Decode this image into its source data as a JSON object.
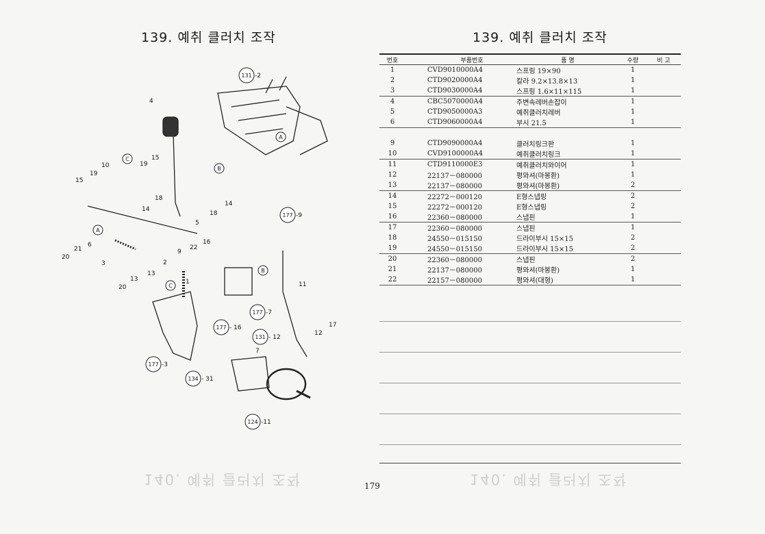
{
  "titles": {
    "left": "139. 예취 클러치 조작",
    "right": "139. 예취 클러치 조작"
  },
  "ghost_titles": {
    "left": "140. 예취 클러치 조작",
    "right": "140. 예취 클러치 조작"
  },
  "table": {
    "headers": {
      "no": "번호",
      "part": "부품번호",
      "name": "품 명",
      "qty": "수량",
      "remark": "비 고"
    },
    "rows": [
      {
        "no": "1",
        "part": "CVD9010000A4",
        "name": "스프링 19×90",
        "qty": "1"
      },
      {
        "no": "2",
        "part": "CTD9020000A4",
        "name": "칼라 9.2×13.8×13",
        "qty": "1"
      },
      {
        "no": "3",
        "part": "CTD9030000A4",
        "name": "스프링 1.6×11×115",
        "qty": "1"
      },
      {
        "no": "4",
        "part": "CBC5070000A4",
        "name": "주변속레버손잡이",
        "qty": "1"
      },
      {
        "no": "5",
        "part": "CTD9050000A3",
        "name": "예취클러치레버",
        "qty": "1"
      },
      {
        "no": "6",
        "part": "CTD9060000A4",
        "name": "부시 21.5",
        "qty": "1"
      },
      {
        "no": "9",
        "part": "CTD9090000A4",
        "name": "클러치링크판",
        "qty": "1"
      },
      {
        "no": "10",
        "part": "CVD9100000A4",
        "name": "예취클러치링크",
        "qty": "1"
      },
      {
        "no": "11",
        "part": "CTD9110000E3",
        "name": "예취클러치와이어",
        "qty": "1"
      },
      {
        "no": "12",
        "part": "22137－080000",
        "name": "평와셔(마봉환)",
        "qty": "1"
      },
      {
        "no": "13",
        "part": "22137－080000",
        "name": "평와셔(마봉환)",
        "qty": "2"
      },
      {
        "no": "14",
        "part": "22272－000120",
        "name": "E형스냅링",
        "qty": "2"
      },
      {
        "no": "15",
        "part": "22272－000120",
        "name": "E형스냅링",
        "qty": "2"
      },
      {
        "no": "16",
        "part": "22360－080000",
        "name": "스냅핀",
        "qty": "1"
      },
      {
        "no": "17",
        "part": "22360－080000",
        "name": "스냅핀",
        "qty": "1"
      },
      {
        "no": "18",
        "part": "24550－015150",
        "name": "드라이부시 15×15",
        "qty": "2"
      },
      {
        "no": "19",
        "part": "24550－015150",
        "name": "드라이부시 15×15",
        "qty": "2"
      },
      {
        "no": "20",
        "part": "22360－080000",
        "name": "스냅핀",
        "qty": "2"
      },
      {
        "no": "21",
        "part": "22137－080000",
        "name": "평와셔(마봉환)",
        "qty": "1"
      },
      {
        "no": "22",
        "part": "22157－080000",
        "name": "평와셔(대형)",
        "qty": "1"
      }
    ]
  },
  "callouts": {
    "c131_2": "131",
    "c131_2_suffix": "-2",
    "c177_9": "177",
    "c177_9_suffix": "-9",
    "c177_7": "177",
    "c177_7_suffix": "-7",
    "c177_16": "177",
    "c177_16_suffix": "- 16",
    "c177_3": "177",
    "c177_3_suffix": "-3",
    "c131_12": "131",
    "c131_12_suffix": "- 12",
    "c134_31": "134",
    "c134_31_suffix": "- 31",
    "c124_11": "124",
    "c124_11_suffix": "-11",
    "ref_a": "A",
    "ref_b": "B",
    "ref_c": "C"
  },
  "part_labels": [
    "1",
    "2",
    "3",
    "4",
    "5",
    "6",
    "7",
    "9",
    "10",
    "11",
    "12",
    "13",
    "14",
    "15",
    "16",
    "17",
    "18",
    "19",
    "20",
    "21",
    "22"
  ],
  "page_number": "179"
}
